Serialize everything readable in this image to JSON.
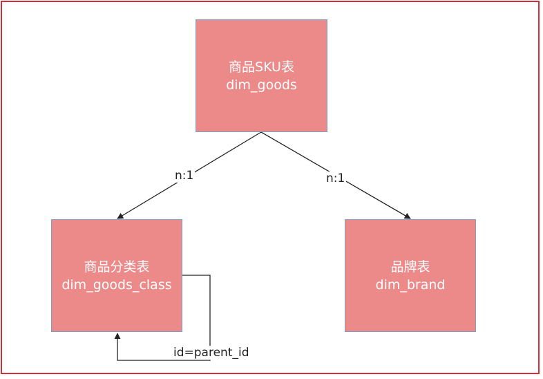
{
  "nodes": {
    "sku": {
      "title": "商品SKU表",
      "table": "dim_goods"
    },
    "goods_class": {
      "title": "商品分类表",
      "table": "dim_goods_class"
    },
    "brand": {
      "title": "品牌表",
      "table": "dim_brand"
    }
  },
  "edges": {
    "sku_to_class": {
      "cardinality": "n:1"
    },
    "sku_to_brand": {
      "cardinality": "n:1"
    },
    "class_self": {
      "condition": "id=parent_id"
    }
  },
  "colors": {
    "node_fill": "#ec8a8a",
    "node_border": "#7aa0c8",
    "frame_border": "#d0303a",
    "edge": "#222222"
  }
}
